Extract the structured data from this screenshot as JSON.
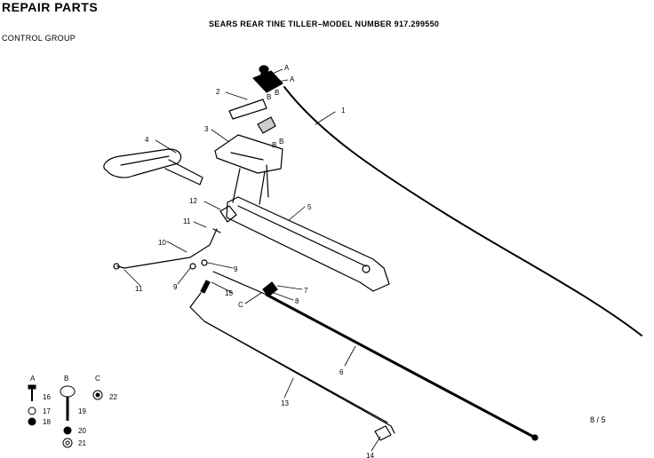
{
  "header": {
    "title": "REPAIR PARTS",
    "subtitle": "SEARS REAR TINE TILLER–MODEL NUMBER 917.299550",
    "group": "CONTROL GROUP"
  },
  "page_ref": "8 / 5",
  "callouts": {
    "c1": "1",
    "c2": "2",
    "c3": "3",
    "c4": "4",
    "c5": "5",
    "c6": "6",
    "c7": "7",
    "c8": "8",
    "c9a": "9",
    "c9b": "9",
    "c10": "10",
    "c11a": "11",
    "c11b": "11",
    "c12": "12",
    "c13": "13",
    "c14": "14",
    "c15": "15",
    "cA1": "A",
    "cA2": "A",
    "cB1": "B",
    "cB2": "B",
    "cB3": "B",
    "cB4": "B",
    "cC": "C"
  },
  "legend": {
    "col_a": "A",
    "col_b": "B",
    "col_c": "C",
    "p16": "16",
    "p17": "17",
    "p18": "18",
    "p19": "19",
    "p20": "20",
    "p21": "21",
    "p22": "22"
  }
}
